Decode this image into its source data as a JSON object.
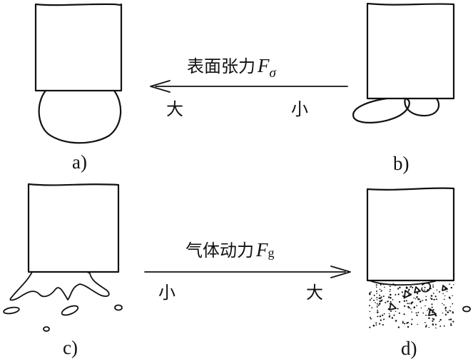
{
  "panels": {
    "a": {
      "label": "a)"
    },
    "b": {
      "label": "b)"
    },
    "c": {
      "label": "c)"
    },
    "d": {
      "label": "d)"
    }
  },
  "arrow_top": {
    "title": "表面张力",
    "symbol": "F",
    "subscript": "σ",
    "left_end": "大",
    "right_end": "小"
  },
  "arrow_bottom": {
    "title": "气体动力",
    "symbol": "F",
    "subscript": "g",
    "left_end": "小",
    "right_end": "大"
  }
}
